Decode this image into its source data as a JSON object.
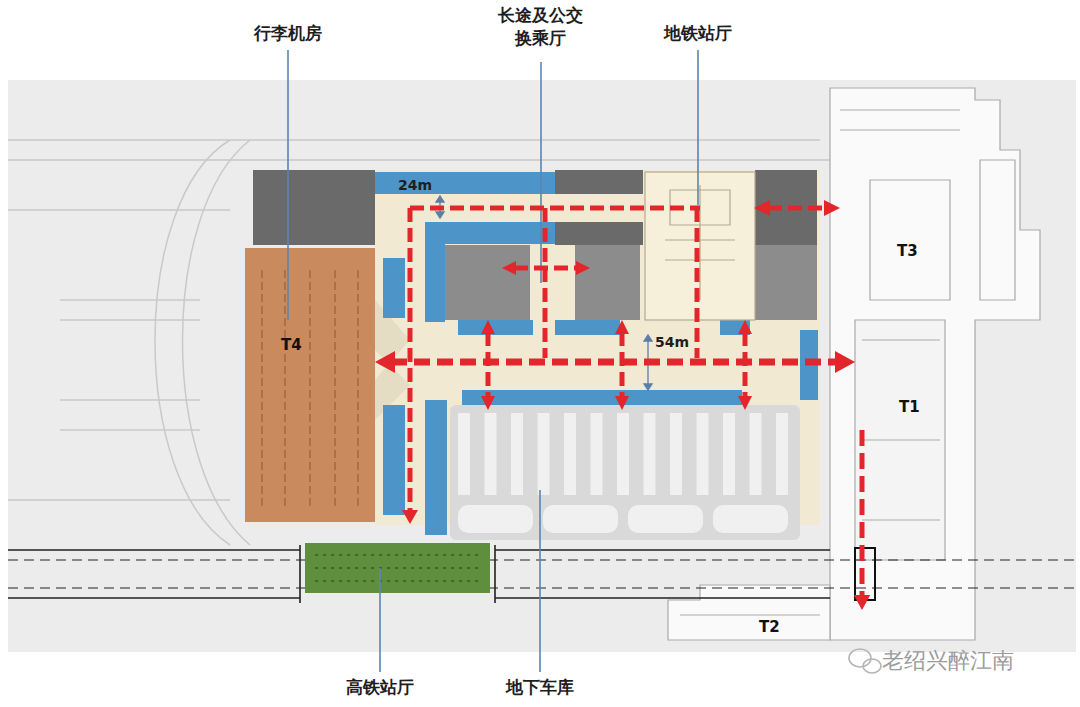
{
  "diagram": {
    "nodes": [
      {
        "text": [
          "T3"
        ]
      },
      {
        "text": [
          "T4"
        ]
      },
      {
        "text": [
          "T1"
        ]
      },
      {
        "text": [
          "T2"
        ]
      }
    ],
    "edges": [
      {
        "from": 1,
        "to": 2,
        "arrow": "both"
      },
      {
        "from": 2,
        "to": 3,
        "arrow": "to"
      }
    ],
    "labels": [
      "行李机房",
      "长途及公交换乘厅",
      "地铁站厅",
      "24m",
      "54m",
      "高铁站厅",
      "地下车库",
      "老绍兴醉江南"
    ]
  }
}
